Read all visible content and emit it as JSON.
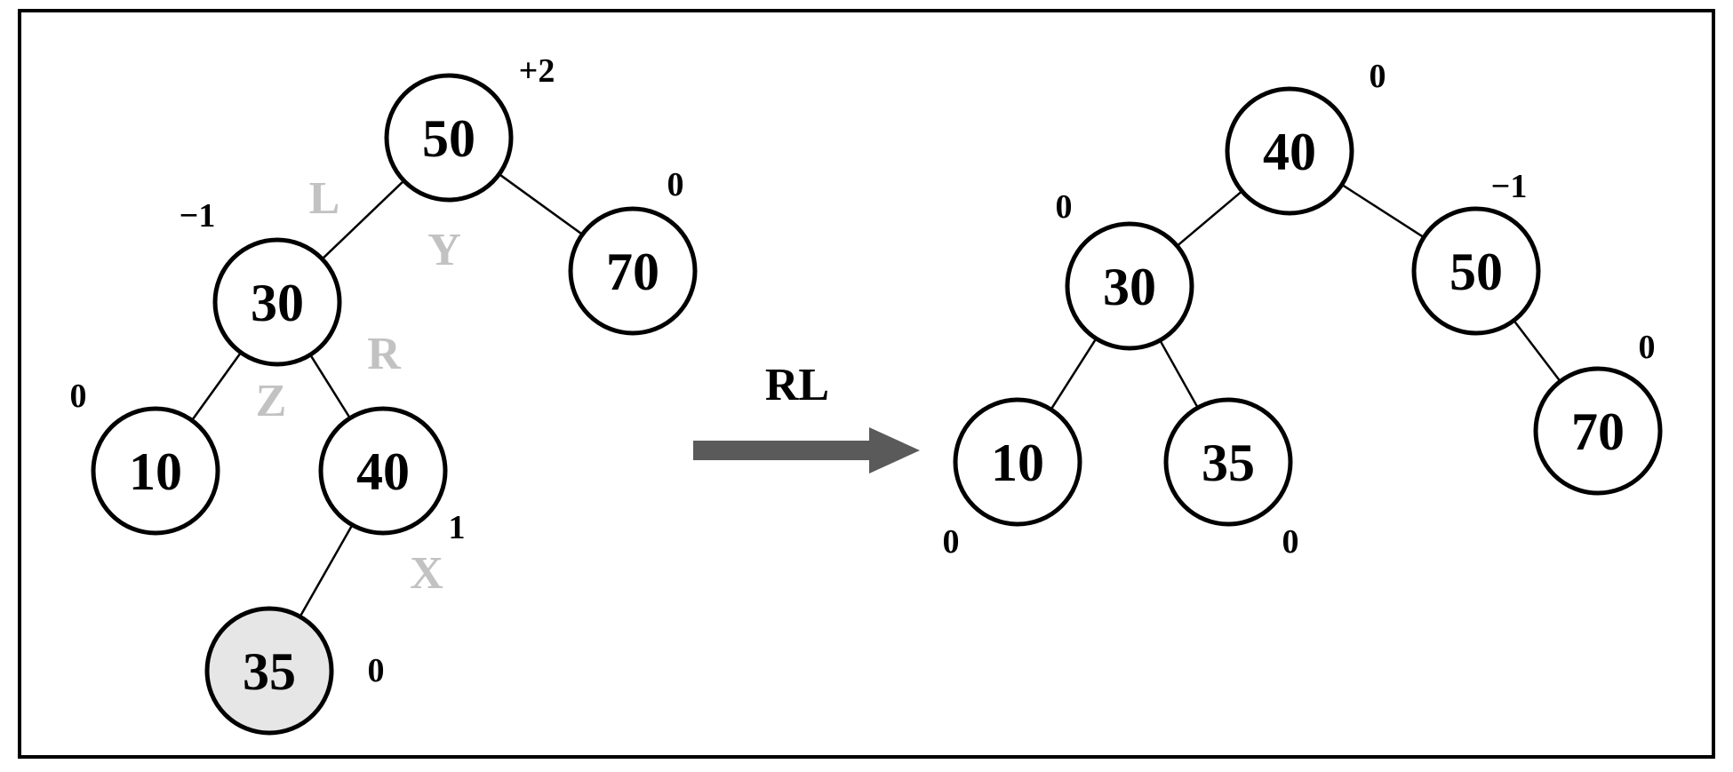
{
  "colors": {
    "stroke": "#000000",
    "node_fill": "#ffffff",
    "highlight_fill": "#e6e6e6",
    "edge_tag_color": "#c2c2c2",
    "arrow_color": "#5a5a5a",
    "text": "#000000"
  },
  "operation": {
    "label": "RL"
  },
  "before": {
    "nodes": [
      {
        "key": "50",
        "balance": "+2",
        "highlighted": false
      },
      {
        "key": "30",
        "balance": "−1",
        "highlighted": false
      },
      {
        "key": "70",
        "balance": "0",
        "highlighted": false
      },
      {
        "key": "10",
        "balance": "0",
        "highlighted": false
      },
      {
        "key": "40",
        "balance": "1",
        "highlighted": false
      },
      {
        "key": "35",
        "balance": "0",
        "highlighted": true
      }
    ],
    "edges": [
      {
        "from": "50",
        "to": "30"
      },
      {
        "from": "50",
        "to": "70"
      },
      {
        "from": "30",
        "to": "10"
      },
      {
        "from": "30",
        "to": "40"
      },
      {
        "from": "40",
        "to": "35"
      }
    ],
    "edge_tags": [
      "L",
      "Y",
      "R",
      "Z",
      "X"
    ]
  },
  "after": {
    "nodes": [
      {
        "key": "40",
        "balance": "0",
        "highlighted": false
      },
      {
        "key": "30",
        "balance": "0",
        "highlighted": false
      },
      {
        "key": "50",
        "balance": "−1",
        "highlighted": false
      },
      {
        "key": "10",
        "balance": "0",
        "highlighted": false
      },
      {
        "key": "35",
        "balance": "0",
        "highlighted": false
      },
      {
        "key": "70",
        "balance": "0",
        "highlighted": false
      }
    ],
    "edges": [
      {
        "from": "40",
        "to": "30"
      },
      {
        "from": "40",
        "to": "50"
      },
      {
        "from": "30",
        "to": "10"
      },
      {
        "from": "30",
        "to": "35"
      },
      {
        "from": "50",
        "to": "70"
      }
    ]
  }
}
